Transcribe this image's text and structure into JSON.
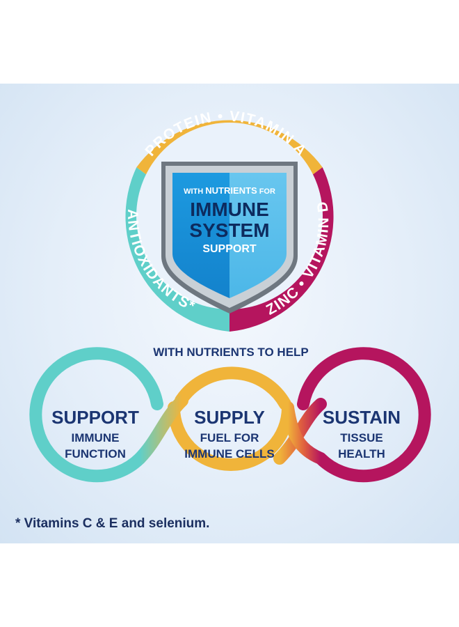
{
  "ring": {
    "top": "PROTEIN • VITAMIN A",
    "left": "ANTIOXIDANTS*",
    "right": "ZINC • VITAMIN D",
    "colors": {
      "top": "#f0b43a",
      "left": "#5fcfc9",
      "right": "#b5155e"
    }
  },
  "shield": {
    "line1_a": "WITH ",
    "line1_b": "NUTRIENTS",
    "line1_c": " FOR",
    "line2": "IMMUNE",
    "line3": "SYSTEM",
    "line4": "SUPPORT"
  },
  "heading": "WITH NUTRIENTS TO HELP",
  "benefits": [
    {
      "title": "SUPPORT",
      "line1": "IMMUNE",
      "line2": "FUNCTION"
    },
    {
      "title": "SUPPLY",
      "line1": "FUEL FOR",
      "line2": "IMMUNE CELLS"
    },
    {
      "title": "SUSTAIN",
      "line1": "TISSUE",
      "line2": "HEALTH"
    }
  ],
  "footnote": "* Vitamins C & E and selenium."
}
